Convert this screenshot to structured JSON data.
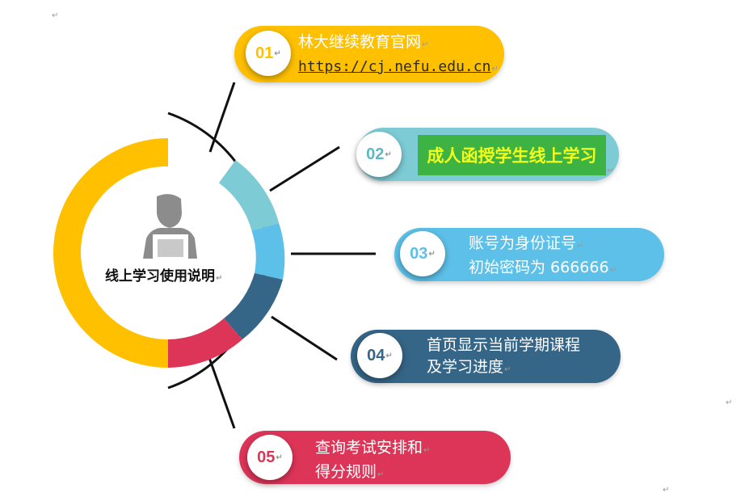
{
  "center": {
    "label": "线上学习使用说明"
  },
  "items": [
    {
      "num": "01",
      "line1": "林大继续教育官网",
      "line2": "https://cj.nefu.edu.cn",
      "color": "#ffc000",
      "num_color": "#ffc000"
    },
    {
      "num": "02",
      "line1": "成人函授学生线上学习",
      "color": "#7dcbd5",
      "num_color": "#5fb8c6"
    },
    {
      "num": "03",
      "line1": "账号为身份证号",
      "line2": "初始密码为 666666",
      "color": "#5cc0e8",
      "num_color": "#5cc0e8"
    },
    {
      "num": "04",
      "line1": "首页显示当前学期课程",
      "line2": "及学习进度",
      "color": "#356587",
      "num_color": "#356587"
    },
    {
      "num": "05",
      "line1": "查询考试安排和",
      "line2": "得分规则",
      "color": "#dd3558",
      "num_color": "#dd3558"
    }
  ],
  "colors": {
    "ring_yellow": "#ffc000",
    "ring_teal": "#7dcbd5",
    "ring_blue": "#5cc0e8",
    "ring_navy": "#356587",
    "ring_red": "#dd3558",
    "person": "#8c8c8c",
    "green_box": "#3db344",
    "green_text": "#f3ff1c"
  },
  "marks": {
    "para": "↵"
  },
  "icons": {
    "center": "person-at-laptop-icon"
  }
}
